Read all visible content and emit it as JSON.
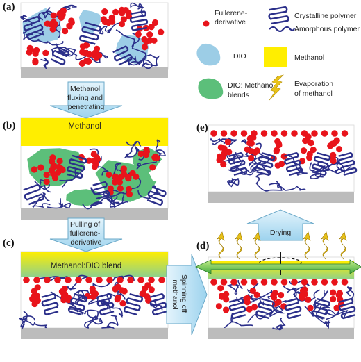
{
  "panels": {
    "a": "(a)",
    "b": "(b)",
    "c": "(c)",
    "d": "(d)",
    "e": "(e)"
  },
  "legend": {
    "fullerene": [
      "Fullerene-",
      "derivative"
    ],
    "crystalline": "Crystalline polymer",
    "amorphous": "Amorphous polymer",
    "dio": "DIO",
    "methanol": "Methanol",
    "dio_methanol": [
      "DIO: Methanol",
      "blends"
    ],
    "evaporation": [
      "Evaporation",
      "of methanol"
    ]
  },
  "arrows": {
    "a_to_b": [
      "Methanol",
      "fluxing and",
      "penetrating"
    ],
    "b_to_c": [
      "Pulling of",
      "fullerene-",
      "derivative"
    ],
    "c_to_d": [
      "Spinning off",
      "methanol"
    ],
    "d_to_e": "Drying"
  },
  "bands": {
    "b": "Methanol",
    "c": "Methanol:DIO blend"
  },
  "colors": {
    "fullerene": "#e8141b",
    "polymer": "#2b2f8a",
    "dio": "#9ccde6",
    "methanol": "#ffee00",
    "dio_methanol": "#5cbf7a",
    "substrate": "#bcbcbc",
    "arrow_fill": "#bfe3f5",
    "evaporation": "#e8c21a"
  }
}
